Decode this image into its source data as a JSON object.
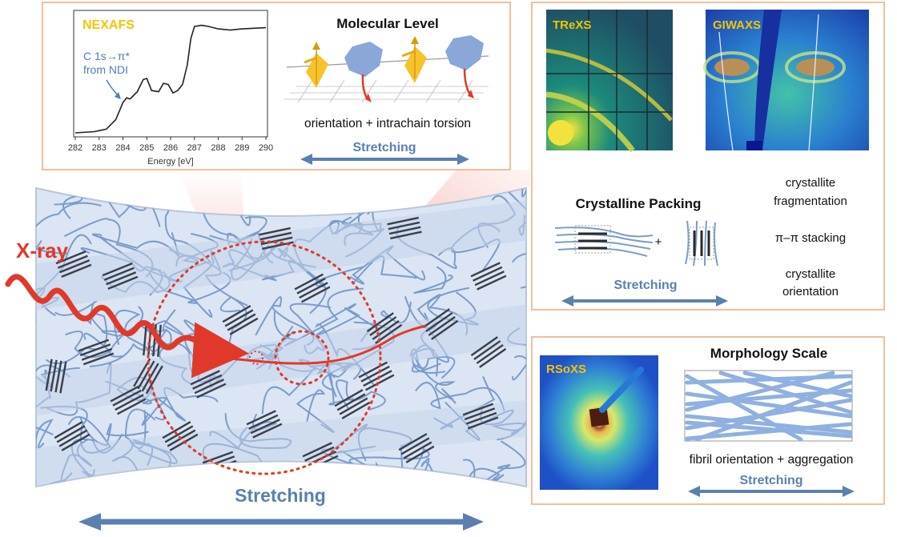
{
  "colors": {
    "panel_border": "#f0a97c",
    "stretch_blue": "#5b80b0",
    "film_fill": "#dbe5f3",
    "chain_blue": "#7a9ccb",
    "red": "#e0392b",
    "yellow_label": "#f5c400",
    "sheet_bottom": "#c7d2e4"
  },
  "icons": {
    "xray": "x-ray-wave-arrow-icon",
    "stretch": "double-headed-arrow-icon"
  },
  "main": {
    "xray_label": "X-ray",
    "stretching_label": "Stretching"
  },
  "molecular_panel": {
    "nexafs_label": "NEXAFS",
    "annotation_line1": "C 1s→π*",
    "annotation_line2": "from NDI",
    "xaxis_label": "Energy [eV]",
    "xticks": [
      "282",
      "283",
      "284",
      "285",
      "286",
      "287",
      "288",
      "289",
      "290"
    ],
    "title": "Molecular Level",
    "caption": "orientation + intrachain torsion",
    "stretching_label": "Stretching"
  },
  "crystal_panel": {
    "trexs_label": "TReXS",
    "giwaxs_label": "GIWAXS",
    "title": "Crystalline Packing",
    "plus": "+",
    "stretching_label": "Stretching",
    "features": [
      "crystallite fragmentation",
      "π–π stacking",
      "crystallite orientation"
    ],
    "feature1_line1": "crystallite",
    "feature1_line2": "fragmentation",
    "feature2": "π–π stacking",
    "feature3_line1": "crystallite",
    "feature3_line2": "orientation"
  },
  "morphology_panel": {
    "rsoxs_label": "RSoXS",
    "title": "Morphology Scale",
    "caption": "fibril orientation + aggregation",
    "stretching_label": "Stretching"
  },
  "chart_data": {
    "type": "line",
    "title": "",
    "xlabel": "Energy [eV]",
    "ylabel": "",
    "xlim": [
      282,
      290
    ],
    "ylim": [
      0,
      1
    ],
    "x": [
      282.0,
      282.8,
      283.3,
      283.7,
      284.0,
      284.15,
      284.3,
      284.6,
      284.85,
      285.0,
      285.2,
      285.5,
      285.7,
      285.9,
      286.1,
      286.3,
      286.5,
      286.7,
      286.85,
      287.0,
      287.3,
      287.6,
      288.0,
      288.5,
      289.0,
      290.0
    ],
    "series": [
      {
        "values": [
          0.02,
          0.03,
          0.05,
          0.13,
          0.27,
          0.31,
          0.3,
          0.36,
          0.46,
          0.47,
          0.37,
          0.36,
          0.43,
          0.42,
          0.35,
          0.37,
          0.42,
          0.58,
          0.8,
          0.9,
          0.91,
          0.9,
          0.88,
          0.87,
          0.88,
          0.89
        ]
      }
    ]
  }
}
